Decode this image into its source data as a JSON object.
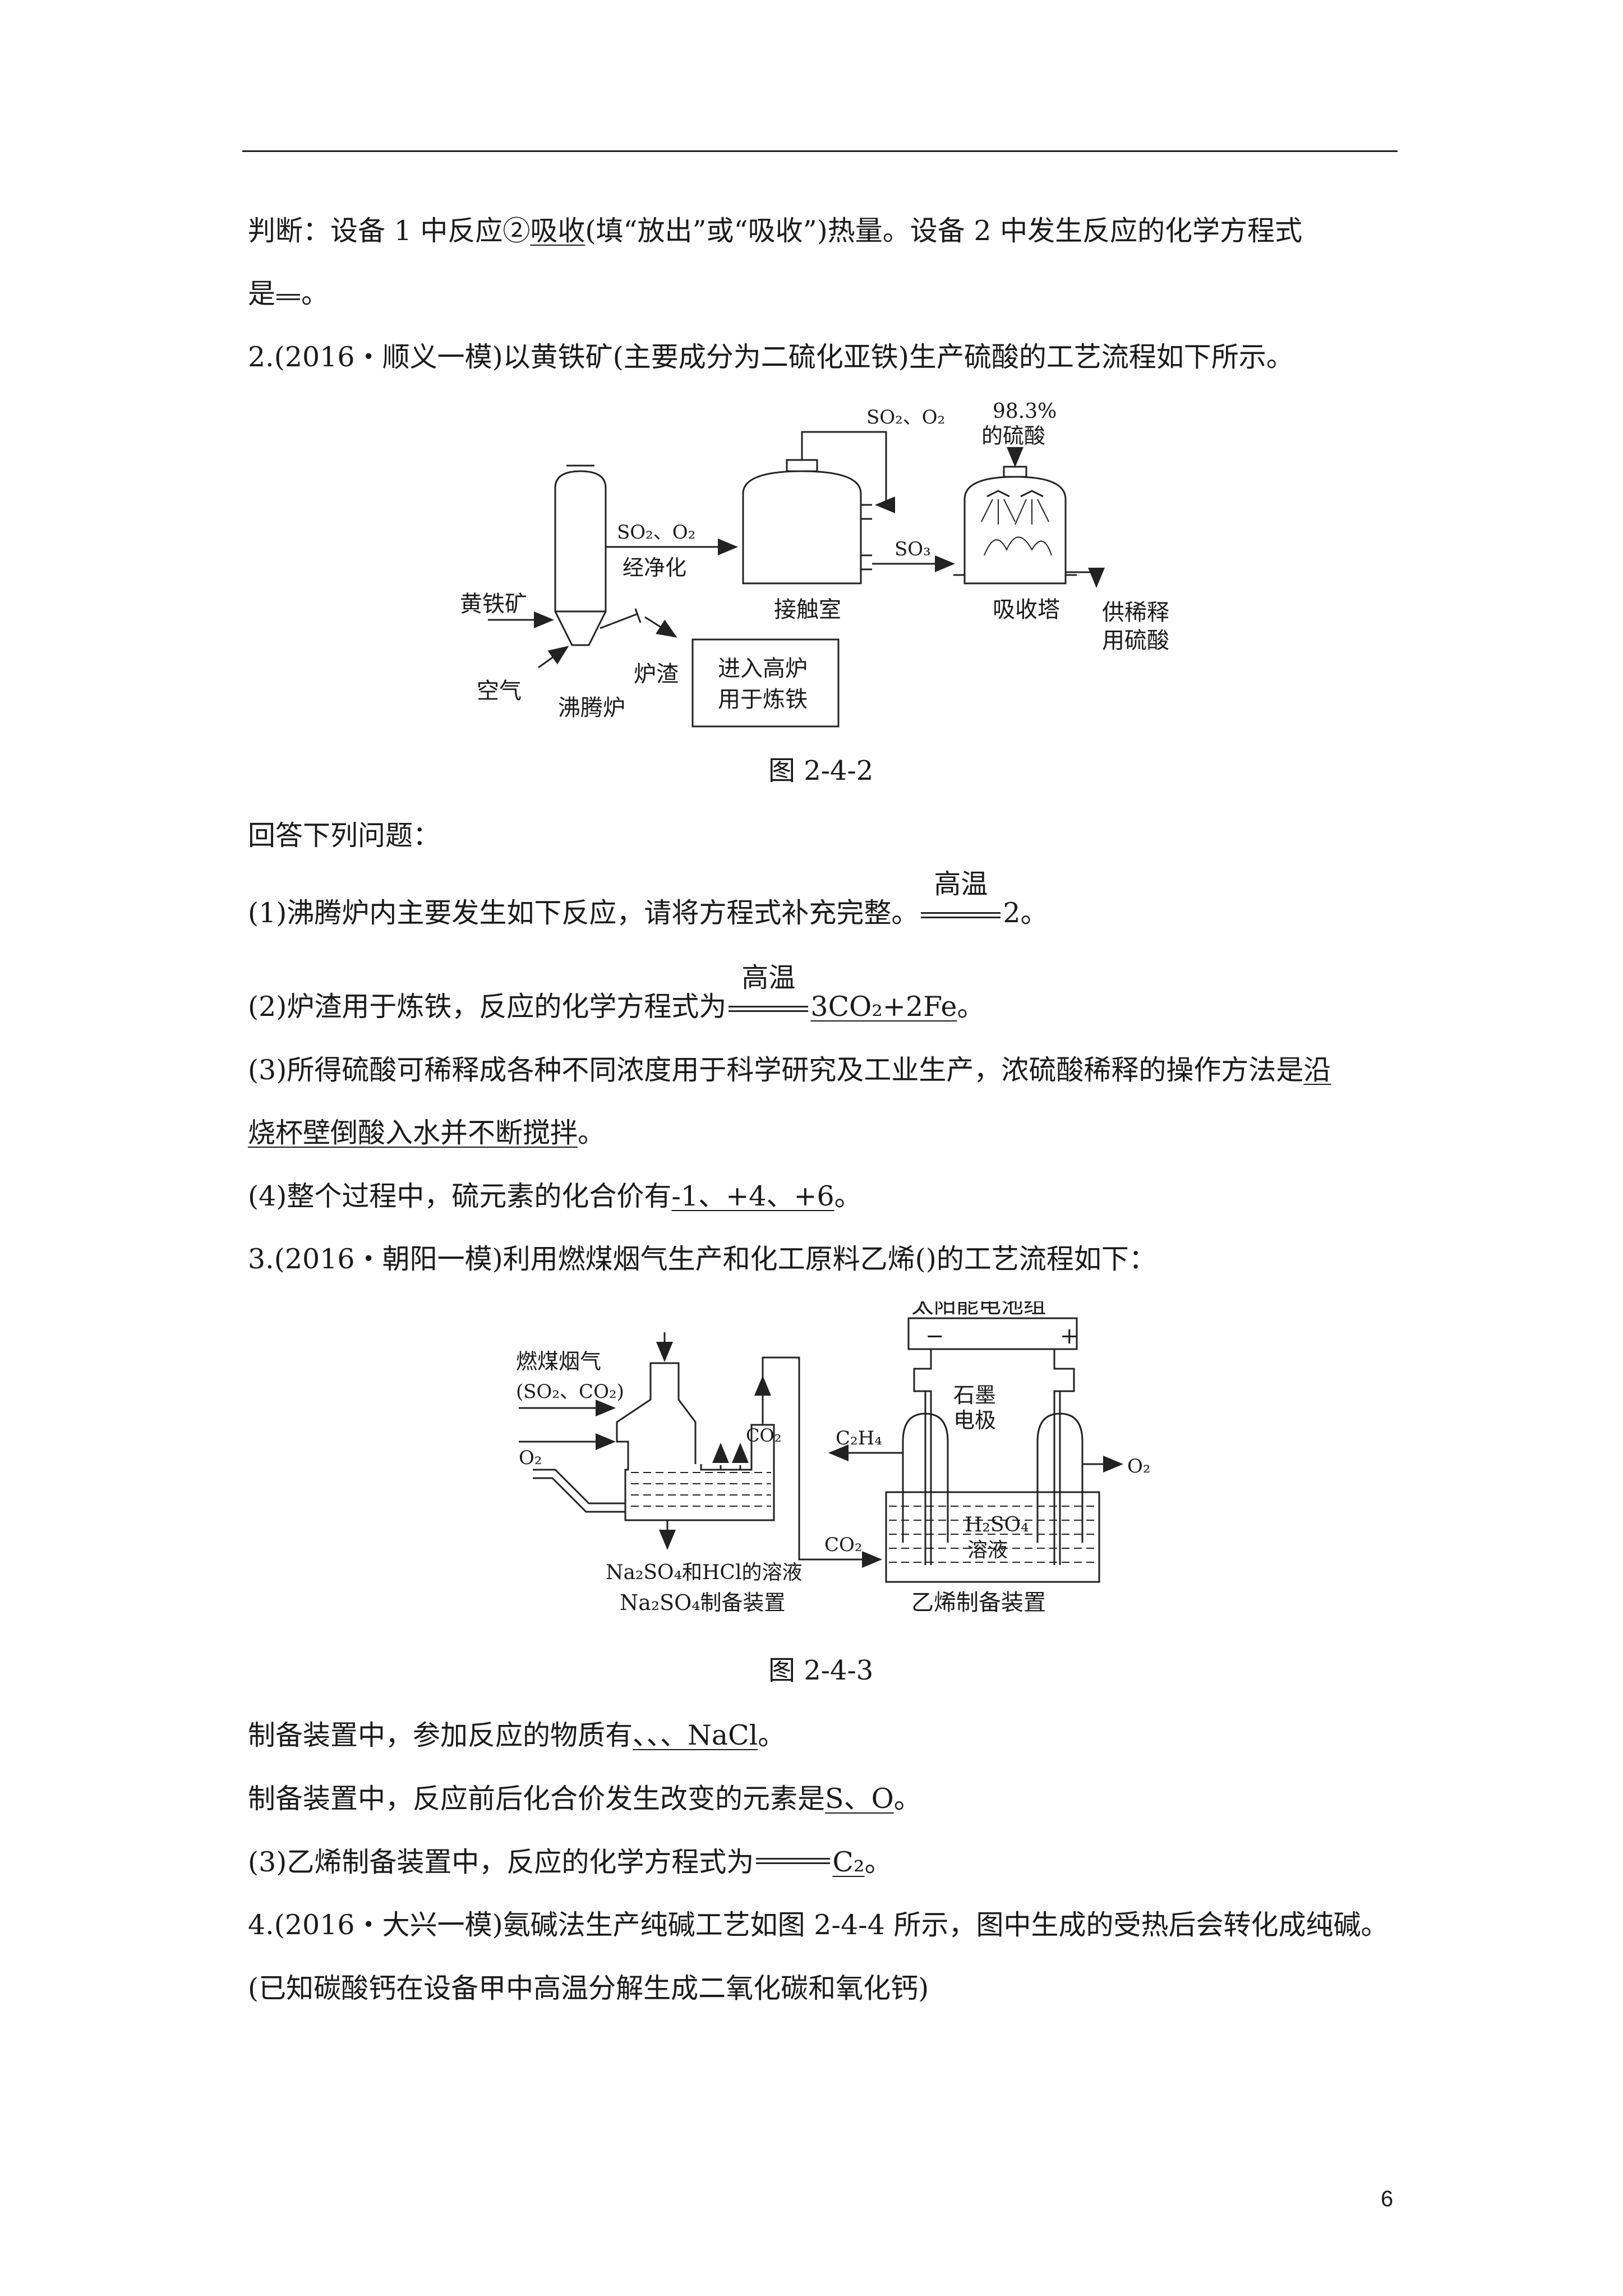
{
  "lines": {
    "l1_a": "判断：设备 1 中反应②",
    "l1_ans": "吸收",
    "l1_b": "(填“放出”或“吸收”)热量。设备 2 中发生反应的化学方程式",
    "l2_a": "是",
    "l2_b": "。",
    "q2": "2.(2016・顺义一模)以黄铁矿(主要成分为二硫化亚铁)生产硫酸的工艺流程如下所示。",
    "ask": "回答下列问题：",
    "p1_a": "(1)沸腾炉内主要发生如下反应，请将方程式补充完整。",
    "p1_b": "2。",
    "p2_a": "(2)炉渣用于炼铁，反应的化学方程式为",
    "p2_ans": "3CO₂+2Fe",
    "p2_b": "。",
    "p3_a": "(3)所得硫酸可稀释成各种不同浓度用于科学研究及工业生产，浓硫酸稀释的操作方法是",
    "p3_ans1": "沿",
    "p3_ans2": "烧杯壁倒酸入水并不断搅拌",
    "p3_b": "。",
    "p4_a": "(4)整个过程中，硫元素的化合价有",
    "p4_ans": "-1、+4、+6",
    "p4_b": "。",
    "q3": "3.(2016・朝阳一模)利用燃煤烟气生产和化工原料乙烯()的工艺流程如下：",
    "r1_a": "制备装置中，参加反应的物质有",
    "r1_ans": "、、、NaCl",
    "r1_b": "。",
    "r2_a": "制备装置中，反应前后化合价发生改变的元素是",
    "r2_ans": "S、O",
    "r2_b": "。",
    "r3_a": "(3)乙烯制备装置中，反应的化学方程式为",
    "r3_ans": "C₂",
    "r3_b": "。",
    "q4": "4.(2016・大兴一模)氨碱法生产纯碱工艺如图 2-4-4 所示，图中生成的受热后会转化成纯碱。",
    "q4_note": "(已知碳酸钙在设备甲中高温分解生成二氧化碳和氧化钙)"
  },
  "conditions": {
    "high_temp": "高温"
  },
  "fig2": {
    "caption": "图 2-4-2",
    "so2_o2_top": "SO₂、O₂",
    "so2_o2_mid": "SO₂、O₂",
    "purify": "经净化",
    "so3": "SO₃",
    "acid1": "98.3%",
    "acid2": "的硫酸",
    "pyrite": "黄铁矿",
    "air": "空气",
    "furnace": "沸腾炉",
    "slag": "炉渣",
    "box1": "进入高炉",
    "box2": "用于炼铁",
    "contact": "接触室",
    "absorb": "吸收塔",
    "out1": "供稀释",
    "out2": "用硫酸"
  },
  "fig3": {
    "caption": "图 2-4-3",
    "flue1": "燃煤烟气",
    "flue2": "(SO₂、CO₂)",
    "o2_left": "O₂",
    "co2_up": "CO₂",
    "solution": "Na₂SO₄和HCl的溶液",
    "device1": "Na₂SO₄制备装置",
    "co2_mid": "CO₂",
    "battery": "太阳能电池组",
    "minus": "−",
    "plus": "+",
    "electrode1": "石墨",
    "electrode2": "电极",
    "c2h4": "C₂H₄",
    "o2_right": "O₂",
    "h2so4": "H₂SO₄",
    "liquid": "溶液",
    "device2": "乙烯制备装置"
  },
  "page_number": "6"
}
